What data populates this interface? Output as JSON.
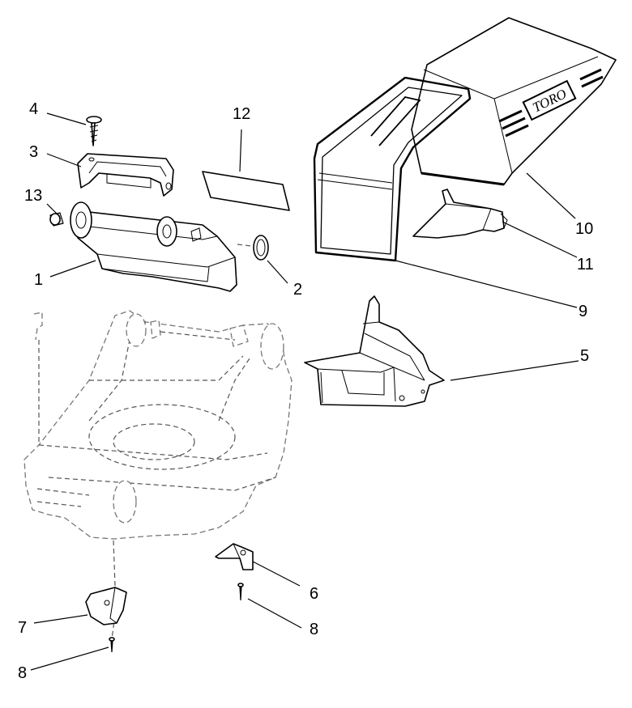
{
  "callouts": {
    "n1": "1",
    "n2": "2",
    "n3": "3",
    "n4": "4",
    "n5": "5",
    "n6": "6",
    "n7": "7",
    "n8a": "8",
    "n8b": "8",
    "n9": "9",
    "n10": "10",
    "n11": "11",
    "n12": "12",
    "n13": "13"
  },
  "brand_logo_text": "TORO"
}
